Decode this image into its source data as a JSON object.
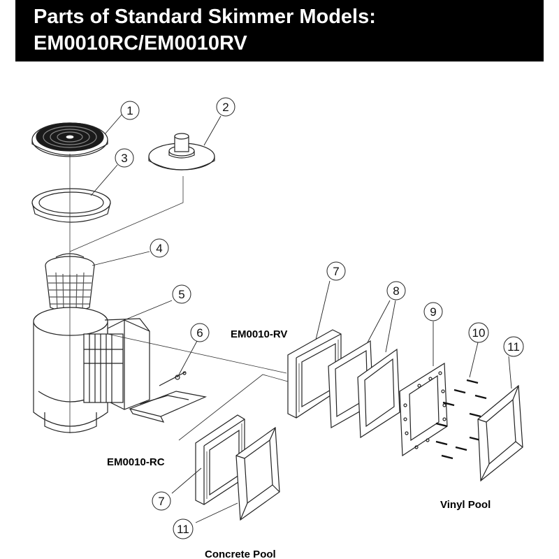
{
  "header": {
    "title_line1": "Parts of Standard Skimmer Models:",
    "title_line2": "EM0010RC/EM0010RV"
  },
  "model_labels": {
    "rv": "EM0010-RV",
    "rc": "EM0010-RC"
  },
  "pool_labels": {
    "vinyl": "Vinyl Pool",
    "concrete": "Concrete Pool"
  },
  "callouts": [
    "1",
    "2",
    "3",
    "4",
    "5",
    "6",
    "7",
    "8",
    "9",
    "10",
    "11",
    "7",
    "11"
  ],
  "colors": {
    "header_bg": "#000000",
    "header_text": "#ffffff",
    "line": "#222222"
  }
}
